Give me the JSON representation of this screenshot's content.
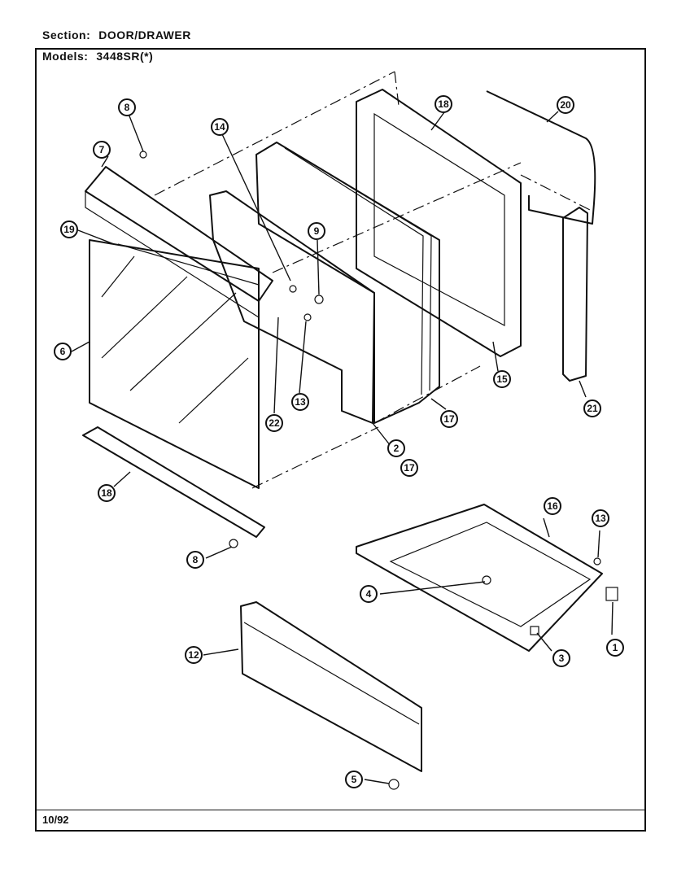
{
  "header": {
    "section_label": "Section:",
    "section_value": "DOOR/DRAWER",
    "models_label": "Models:",
    "models_value": "3448SR(*)"
  },
  "footer": {
    "date": "10/92"
  },
  "callouts": [
    "8",
    "7",
    "19",
    "6",
    "14",
    "9",
    "18",
    "20",
    "22",
    "13",
    "2",
    "17",
    "15",
    "21",
    "18",
    "8",
    "16",
    "13",
    "4",
    "1",
    "3",
    "12",
    "5",
    "17"
  ]
}
